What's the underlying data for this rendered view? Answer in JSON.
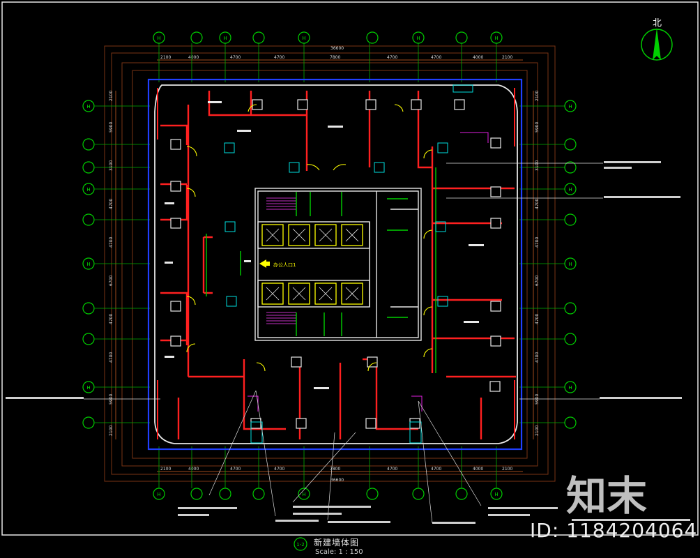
{
  "drawing": {
    "title": "新建墙体图",
    "scale": "Scale: 1 : 150",
    "north_label": "北",
    "center_label": "办公人口1",
    "grid_bubble_label": "H",
    "title_bubble_label": "1-2",
    "dimensions_top": [
      "2100",
      "4000",
      "4700",
      "4700",
      "7800",
      "4700",
      "4700",
      "4000",
      "2100"
    ],
    "dimensions_side": [
      "2100",
      "5900",
      "3100",
      "4700",
      "4700",
      "6700",
      "4700",
      "4700",
      "5900",
      "2100"
    ],
    "overall_top": "36600",
    "overall_bottom": "36600",
    "colors": {
      "background": "#000000",
      "wall_new": "#ff2020",
      "outline": "#ffffff",
      "curtain_wall": "#1e3cff",
      "dimension": "#6b2f14",
      "grid": "#00c800",
      "door": "#ffff00",
      "annotation": "#e0e0e0"
    }
  },
  "watermark": {
    "brand": "知末",
    "id_text": "ID: 1184204064"
  }
}
